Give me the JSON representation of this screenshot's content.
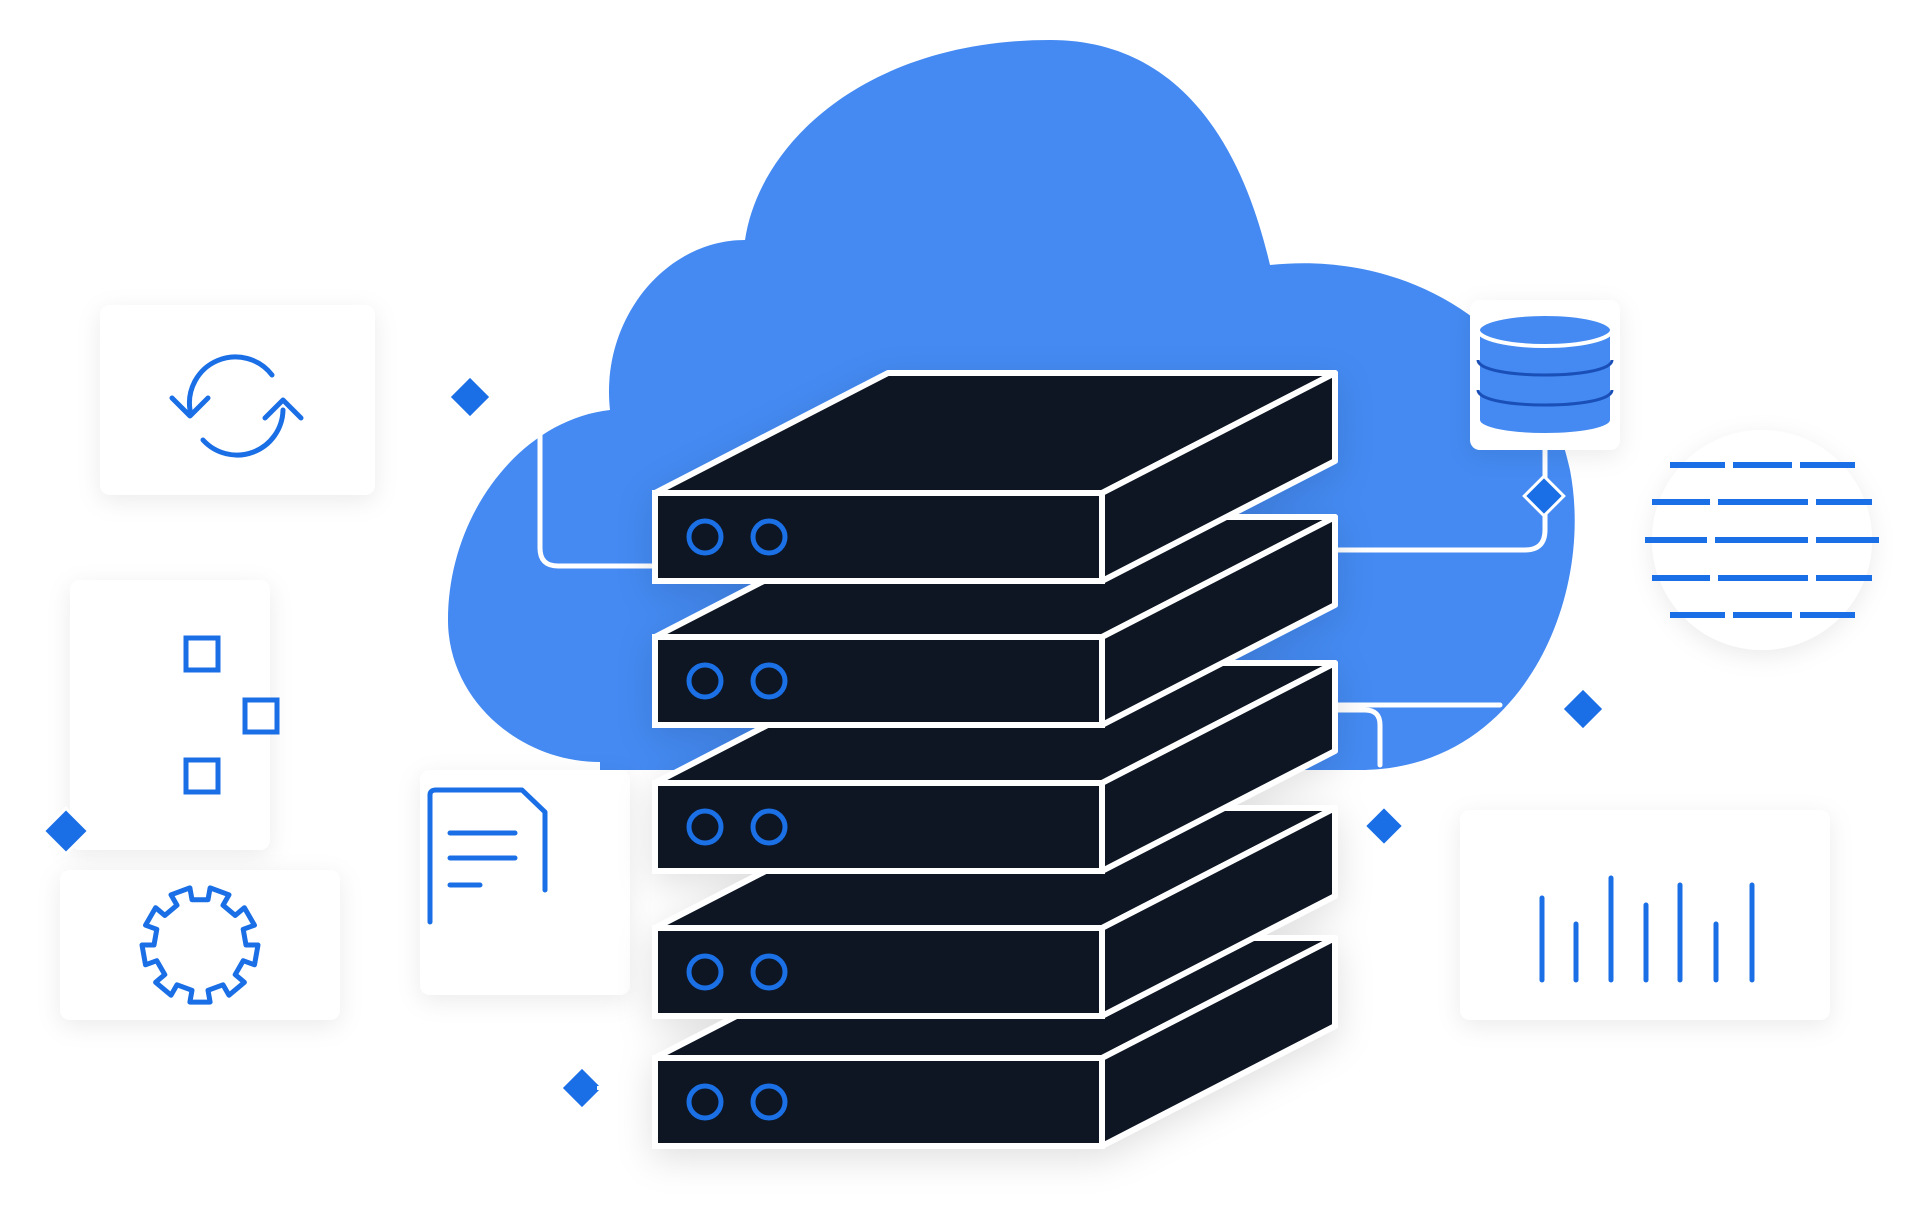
{
  "colors": {
    "cloud": "#448AF2",
    "accent": "#1A6FE6",
    "server_face": "#0C1424",
    "outline": "#FFFFFF",
    "card_bg": "#FFFFFF",
    "background": "#FFFFFF"
  },
  "illustration": {
    "cloud": "cloud-shape",
    "server_stack": {
      "icon": "server-rack-icon",
      "units": 5,
      "leds_per_unit": 2
    },
    "cards": [
      "sync-card",
      "database-card",
      "globe-card",
      "nodes-card",
      "document-card",
      "gear-card",
      "bar-chart-card"
    ],
    "decorations": "diamond-icon"
  }
}
